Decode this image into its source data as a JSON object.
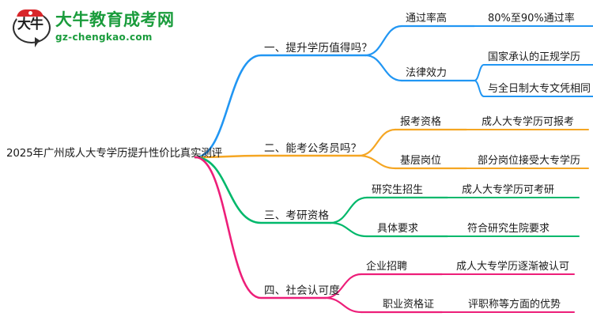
{
  "logo": {
    "mark_text": "大牛",
    "title": "大牛教育成考网",
    "subtitle": "gz-chengkao.com",
    "brand_color": "#1a9c3c",
    "cap_color": "#d8262a"
  },
  "mindmap": {
    "root": "2025年广州成人大专学历提升性价比真实测评",
    "branches": [
      {
        "label": "一、提升学历值得吗？",
        "color": "#2196f3",
        "children": [
          {
            "label": "通过率高",
            "leaves": [
              "80%至90%通过率"
            ]
          },
          {
            "label": "法律效力",
            "leaves": [
              "国家承认的正规学历",
              "与全日制大专文凭相同"
            ]
          }
        ]
      },
      {
        "label": "二、能考公务员吗？",
        "color": "#f5a623",
        "children": [
          {
            "label": "报考资格",
            "leaves": [
              "成人大专学历可报考"
            ]
          },
          {
            "label": "基层岗位",
            "leaves": [
              "部分岗位接受大专学历"
            ]
          }
        ]
      },
      {
        "label": "三、考研资格",
        "color": "#00b86b",
        "children": [
          {
            "label": "研究生招生",
            "leaves": [
              "成人大专学历可考研"
            ]
          },
          {
            "label": "具体要求",
            "leaves": [
              "符合研究生院要求"
            ]
          }
        ]
      },
      {
        "label": "四、社会认可度",
        "color": "#ed1e79",
        "children": [
          {
            "label": "企业招聘",
            "leaves": [
              "成人大专学历逐渐被认可"
            ]
          },
          {
            "label": "职业资格证",
            "leaves": [
              "评职称等方面的优势"
            ]
          }
        ]
      }
    ]
  }
}
